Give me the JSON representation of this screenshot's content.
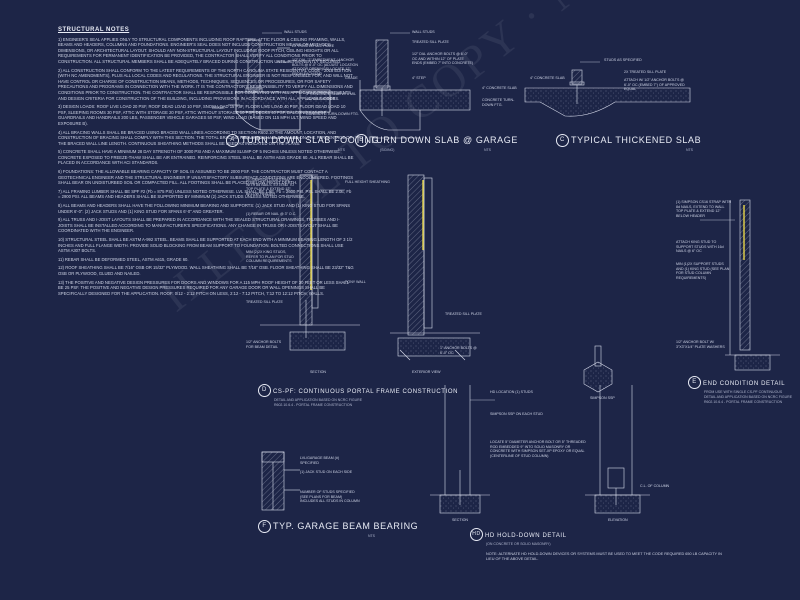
{
  "notes": {
    "heading": "STRUCTURAL NOTES",
    "paragraphs": [
      "1) ENGINEER'S SEAL APPLIES ONLY TO STRUCTURAL COMPONENTS INCLUDING ROOF RAFTERS, ATTIC FLOOR & CEILING FRAMING, WALLS, BEAMS AND HEADERS, COLUMNS AND FOUNDATIONS. ENGINEER'S SEAL DOES NOT INCLUDE CONSTRUCTION MEANS OR METHODS, DIMENSIONS, OR ARCHITECTURAL LAYOUT. SHOULD ANY NON-STRUCTURAL LAYOUT INCLUDING ROOF PITCH, CEILING HEIGHTS OR ALL REQUIREMENTS FOR PERMANENT IDENTIFICATION BE PROVIDED, THE CONTRACTOR SHALL VERIFY ALL CONDITIONS PRIOR TO CONSTRUCTION. ALL STRUCTURAL MEMBERS SHALL BE ADEQUATELY BRACED DURING CONSTRUCTION UNTIL PERMANENTLY SECURED.",
      "2) ALL CONSTRUCTION SHALL CONFORM TO THE LATEST REQUIREMENTS OF THE NORTH CAROLINA STATE RESIDENTIAL CODE - 2018 EDITION (WITH NC AMENDMENTS), PLUS ALL LOCAL CODES AND REGULATIONS. THE STRUCTURAL ENGINEER IS NOT RESPONSIBLE FOR, AND WILL NOT HAVE CONTROL OR CHARGE OF CONSTRUCTION MEANS, METHODS, TECHNIQUES, SEQUENCES OR PROCEDURES, OR FOR SAFETY PRECAUTIONS AND PROGRAMS IN CONNECTION WITH THE WORK. IT IS THE CONTRACTOR'S RESPONSIBILITY TO VERIFY ALL DIMENSIONS AND CONDITIONS PRIOR TO CONSTRUCTION. THE CONTRACTOR SHALL BE RESPONSIBLE FOR COMPLYING WITH ALL APPLICABLE REQUIREMENTS AND DESIGN CRITERIA FOR CONSTRUCTION OF THE BUILDING, INCLUDING PROVISIONS IN ACCORDANCE WITH ALL APPLICABLE CODES.",
      "3) DESIGN LOADS: ROOF LIVE LOAD 20 PSF, ROOF DEAD LOAD 10 PSF, SNOW LOAD 15 PSF, FLOOR LIVE LOAD 40 PSF, FLOOR DEAD LOAD 10 PSF, SLEEPING ROOMS 30 PSF, ATTIC WITH STORAGE 20 PSF, ATTIC WITHOUT STORAGE 10 PSF, DECKS 40 PSF, BALCONIES 60 PSF, GUARDRAILS AND HANDRAILS 200 LBS, PASSENGER VEHICLE GARAGES 50 PSF, WIND LOAD (BASED ON 115 MPH ULT. WIND SPEED AND EXPOSURE B).",
      "4) ALL BRACING WALLS SHALL BE BRACED USING BRACED WALL LINES ACCORDING TO SECTION R602.10 THE AMOUNT, LOCATION, AND CONSTRUCTION OF BRACING SHALL COMPLY WITH THIS SECTION. THE TOTAL BRACING REQUIRED SHALL BE BASED ON THE PERCENTAGE OF THE BRACED WALL LINE LENGTH. CONTINUOUS SHEATHING METHODS SHALL BE USED AS INDICATED ON THE PLANS.",
      "5) CONCRETE SHALL HAVE A MINIMUM 28 DAY STRENGTH OF 3000 PSI AND A MAXIMUM SLUMP OF 5 INCHES UNLESS NOTED OTHERWISE. CONCRETE EXPOSED TO FREEZE-THAW SHALL BE AIR ENTRAINED. REINFORCING STEEL SHALL BE ASTM A615 GRADE 60. ALL REBAR SHALL BE PLACED IN ACCORDANCE WITH ACI STANDARDS.",
      "6) FOUNDATIONS: THE ALLOWABLE BEARING CAPACITY OF SOIL IS ASSUMED TO BE 2000 PSF. THE CONTRACTOR MUST CONTACT A GEOTECHNICAL ENGINEER AND THE STRUCTURAL ENGINEER IF UNSATISFACTORY SUBSURFACE CONDITIONS ARE ENCOUNTERED. FOOTINGS SHALL BEAR ON UNDISTURBED SOIL OR COMPACTED FILL. ALL FOOTINGS SHALL BE PLACED BELOW FROST DEPTH.",
      "7) ALL FRAMING LUMBER SHALL BE SPF #2 (Fb = 875 PSI) UNLESS NOTED OTHERWISE. LVL SHALL BE 1.9E, Fb = 2600 PSI. PSL SHALL BE 2.0E, Fb = 2900 PSI. ALL BEAMS AND HEADERS SHALL BE SUPPORTED BY MINIMUM (2) JACK STUDS UNLESS NOTED OTHERWISE.",
      "8) ALL BEAMS AND HEADERS SHALL HAVE THE FOLLOWING MINIMUM BEARING AND SUPPORTS: (1) JACK STUD AND (1) KING STUD FOR SPANS UNDER 6'-0\". (2) JACK STUDS AND (1) KING STUD FOR SPANS 6'-0\" AND GREATER.",
      "9) ALL TRUSS AND I-JOIST LAYOUTS SHALL BE PREPARED IN ACCORDANCE WITH THE SEALED STRUCTURAL DRAWINGS. TRUSSES AND I-JOISTS SHALL BE INSTALLED ACCORDING TO MANUFACTURER'S SPECIFICATIONS. ANY CHANGE IN TRUSS OR I-JOIST LAYOUT SHALL BE COORDINATED WITH THE ENGINEER.",
      "10) STRUCTURAL STEEL SHALL BE ASTM A-992 STEEL. BEAMS SHALL BE SUPPORTED AT EACH END WITH A MINIMUM BEARING LENGTH OF 3 1/2 INCHES AND FULL FLANGE WIDTH. PROVIDE SOLID BLOCKING FROM BEAM SUPPORT TO FOUNDATION. BOLTED CONNECTIONS SHALL USE ASTM A307 BOLTS.",
      "11) REBAR SHALL BE DEFORMED STEEL, ASTM A615, GRADE 60.",
      "12) ROOF SHEATHING SHALL BE 7/16\" OSB OR 15/32\" PLYWOOD. WALL SHEATHING SHALL BE 7/16\" OSB. FLOOR SHEATHING SHALL BE 23/32\" T&G OSB OR PLYWOOD, GLUED AND NAILED.",
      "13) THE POSITIVE AND NEGATIVE DESIGN PRESSURES FOR DOORS AND WINDOWS FOR A 115 MPH ROOF HEIGHT OF 30 FEET OR LESS SHALL BE 25 PSF. THE POSITIVE AND NEGATIVE DESIGN PRESSURES REQUIRED FOR ANY GARAGE DOOR OR WALL OPENINGS SHALL BE SPECIFICALLY DESIGNED FOR THE APPLICATION. ROOF: 0/12 - 2:12 PITCH ON LESS, 2:12 - 7:12 PITCH, 7:12 TO 12:12 PITCH, WALLS."
    ]
  },
  "details": {
    "a": {
      "letter": "A",
      "title": "TURN DOWN SLAB FOOTING",
      "scale": "NTS",
      "labels": [
        "WALL STUDS",
        "2X TREATED SILL PLATE",
        "1/2\" DIA. \"J\" EMBEDMENT / ANCHOR BOLTS @ 6'-0\" OC (ADJUST LOCATION AT DOOR OPENINGS) LOCATE 12\" FROM EACH END",
        "4\" CONCRETE SLAB W/ 6 MIL VAPOR BARRIER",
        "CONCRETE TURN-DOWN FTG.",
        "GRADE"
      ]
    },
    "b": {
      "letter": "B",
      "title": "TURN DOWN SLAB @ GARAGE",
      "scale": "NTS",
      "subscale": "(SIDING)",
      "labels": [
        "WALL STUDS",
        "TREATED SILL PLATE",
        "1/2\" DIA. ANCHOR BOLTS @ 6'-0\" OC AND WITHIN 12\" OF PLATE ENDS (EMBED 7\" INTO CONCRETE)",
        "4\" STEP",
        "4\" CONCRETE SLAB",
        "CONCRETE TURN-DOWN FTG.",
        "GRADE"
      ]
    },
    "c": {
      "letter": "C",
      "title": "TYPICAL THICKENED SLAB",
      "scale": "NTS",
      "labels": [
        "STUDS AS SPECIFIED",
        "2X TREATED SILL PLATE",
        "ATTACH W/ 1/2\" ANCHOR BOLTS @ 6'-0\" OC (EMBED 7\") OF APPROVED EQUAL",
        "4\" CONCRETE SLAB"
      ]
    },
    "d": {
      "letter": "D",
      "title": "CS-PF: CONTINUOUS PORTAL FRAME CONSTRUCTION",
      "sub1": "DETAIL AND APPLICATION BASED ON NCRC FIGURE",
      "sub2": "R602.10.6.4 - PORTAL FRAME CONSTRUCTION",
      "labels": [
        "(2) SIMPSON CS16 STRAP WITH 8d NAILS, EXTEND TO TOP PLATE & EXTEND 12\" BELOW HEADER",
        "(1) REBAR OR NAIL @ 3\" O.C.",
        "MIN (2)2X KING STUDS, REFER TO PLAN FOR STUD COLUMN REQUIREMENTS",
        "TREATED SILL PLATE",
        "1/2\" ANCHOR BOLTS FOR BEAM DETAIL",
        "FULL HEIGHT SHEATHING",
        "PONY WALL",
        "EXTERIOR VIEW",
        "SECTION",
        "TREATED SILL PLATE",
        "1\" ANCHOR BOLTS @ 6'-0\" OC",
        "SIMPSON SSP"
      ]
    },
    "e": {
      "letter": "E",
      "title": "END CONDITION DETAIL",
      "sub1": "FROM USE WITH SINGLE CS-PF CONTINUOUS",
      "sub2": "DETAIL AND APPLICATION BASED ON NCRC FIGURE",
      "sub3": "R602.10.6.4 - PORTAL FRAME CONSTRUCTION",
      "labels": [
        "(1) SIMPSON CS16 STRAP WITH 8d NAILS, EXTEND TO WALL TOP PLATE & EXTEND 12\" BELOW HEADER",
        "ATTACH KING STUD TO SUPPORT STUDS WITH 16d NAILS @ 6\" OC",
        "MIN (1)2X SUPPORT STUDS AND (1) KING STUD (SEE PLAN FOR STUD COLUMN REQUIREMENTS)",
        "1/2\" ANCHOR BOLT W/ 3\"X3\"X1/4\" PLATE WASHERS"
      ]
    },
    "f": {
      "letter": "F",
      "title": "TYP. GARAGE BEAM BEARING",
      "scale": "NTS",
      "labels": [
        "LVL/GARAGE BEAM (#) SPECIFIED",
        "(1) JACK STUD ON EACH SIDE",
        "NUMBER OF STUDS SPECIFIED (SEE PLANS FOR BEAM) INCLUDES ALL STUDS IN COLUMN"
      ]
    },
    "hd": {
      "letter": "HD",
      "title": "HD HOLD-DOWN DETAIL",
      "sub1": "(ON CONCRETE OR SOLID MASONRY)",
      "labels": [
        "HD LOCATION (1) STUDS",
        "SIMPSON SSP ON EACH STUD",
        "LOCATE 5\" DIAMETER ANCHOR BOLT OR 5\" THREADED ROD EMBEDDED 9\" INTO SOLID MASONRY OR CONCRETE WITH SIMPSON SET-XP EPOXY OR EQUAL (CENTERLINE OF STUD COLUMN)",
        "SECTION",
        "ELEVATION",
        "C.L. OF COLUMN"
      ],
      "note": "NOTE: ALTERNATE HD HOLD-DOWN DEVICES OR SYSTEMS MUST BE USED TO MEET THE CODE REQUIRED 650 LB CAPACITY IN LIEU OF THE ABOVE DETAIL."
    }
  },
  "colors": {
    "background": "#1d2547",
    "line": "#d8dcec",
    "accent": "#e6d44a"
  }
}
